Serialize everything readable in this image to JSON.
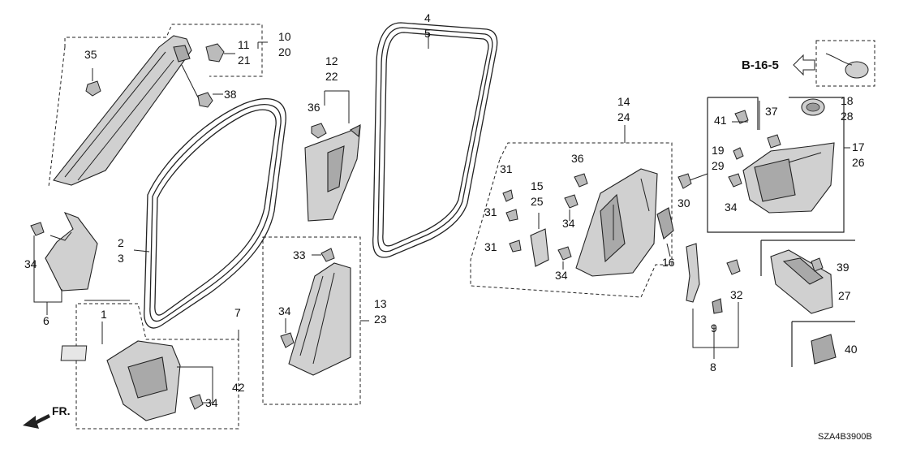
{
  "labels": {
    "p1": "1",
    "p2": "2",
    "p3": "3",
    "p4": "4",
    "p5": "5",
    "p6": "6",
    "p7": "7",
    "p8": "8",
    "p9": "9",
    "p10": "10",
    "p20": "20",
    "p11": "11",
    "p21": "21",
    "p12": "12",
    "p22": "22",
    "p13": "13",
    "p23": "23",
    "p14": "14",
    "p24": "24",
    "p15": "15",
    "p25": "25",
    "p16": "16",
    "p17": "17",
    "p26": "26",
    "p18": "18",
    "p28": "28",
    "p19": "19",
    "p29": "29",
    "p27": "27",
    "p30": "30",
    "p31": "31",
    "p32": "32",
    "p33": "33",
    "p34": "34",
    "p35": "35",
    "p36": "36",
    "p37": "37",
    "p38": "38",
    "p39": "39",
    "p40": "40",
    "p41": "41",
    "p42": "42"
  },
  "reference": "B-16-5",
  "front_marker": "FR.",
  "diagram_code": "SZA4B3900B"
}
